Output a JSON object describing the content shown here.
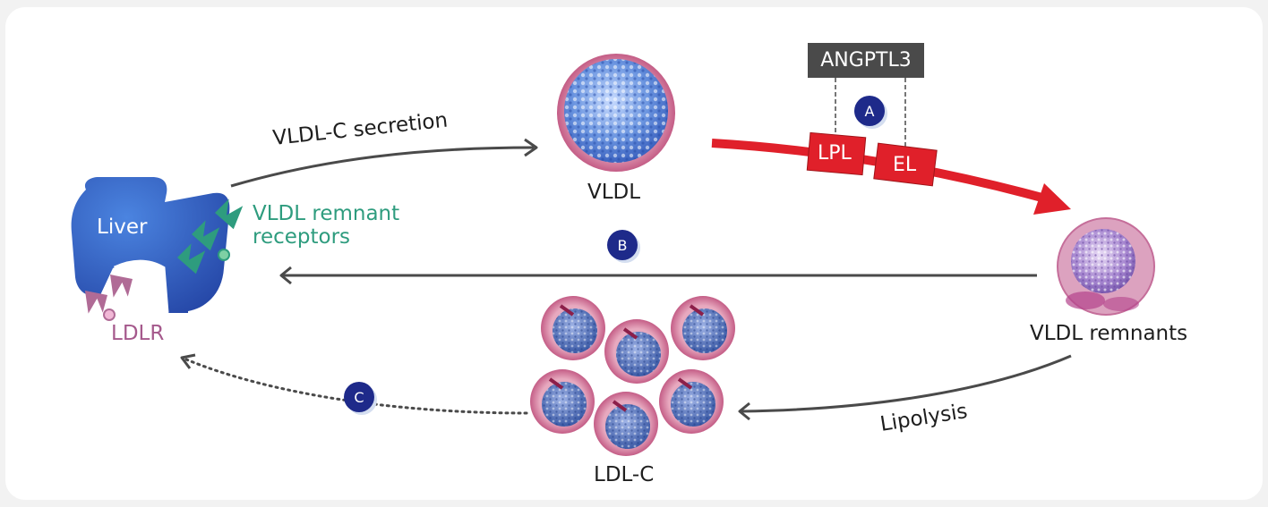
{
  "labels": {
    "vldl_c_secretion": "VLDL-C secretion",
    "vldl": "VLDL",
    "angptl3": "ANGPTL3",
    "lpl": "LPL",
    "el": "EL",
    "liver": "Liver",
    "vldl_remnant_receptors_line1": "VLDL remnant",
    "vldl_remnant_receptors_line2": "receptors",
    "ldlr": "LDLR",
    "vldl_remnants": "VLDL remnants",
    "lipolysis": "Lipolysis",
    "ldl_c": "LDL-C"
  },
  "badges": {
    "a": "A",
    "b": "B",
    "c": "C"
  },
  "colors": {
    "arrow_gray": "#4a4a4a",
    "arrow_red": "#e0202a",
    "badge_navy": "#1e2a8a",
    "liver_blue": "#2f5fbf",
    "receptor_green": "#2e9c7e",
    "ldlr_mauve": "#a5598c",
    "particle_pink": "#d98aa8"
  },
  "icons": [
    "liver-icon",
    "vldl-particle-icon",
    "vldl-remnant-particle-icon",
    "ldl-particle-icon",
    "chain-icon",
    "receptor-icon"
  ]
}
